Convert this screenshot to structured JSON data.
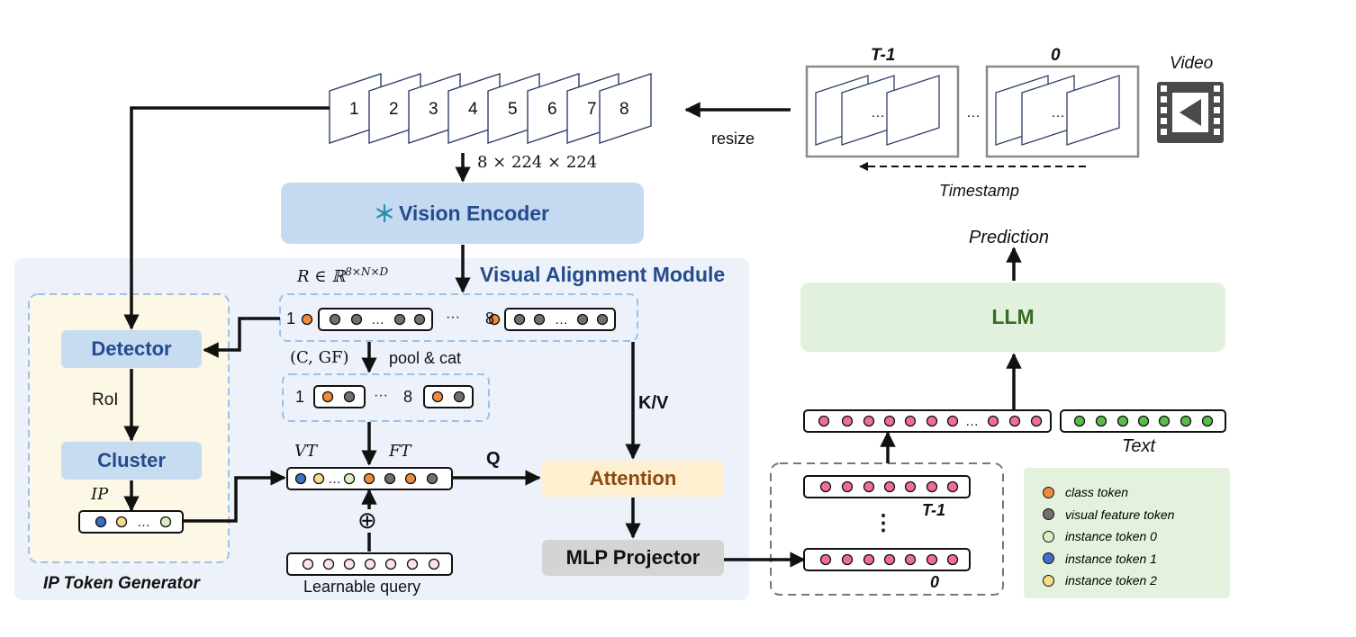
{
  "frames": {
    "labels": [
      "1",
      "2",
      "3",
      "4",
      "5",
      "6",
      "7",
      "8"
    ],
    "shape": "8 × 224 × 224"
  },
  "video": {
    "label": "Video",
    "first_group_label": "T-1",
    "last_group_label": "0",
    "ellipsis": "…",
    "resize_label": "resize",
    "timestamp_label": "Timestamp"
  },
  "vision_encoder": {
    "label": "Vision Encoder",
    "icon": "snowflake-icon"
  },
  "vam": {
    "title": "Visual Alignment Module",
    "r_formula": "R ∈ ℝ8×N×D",
    "r_main": "R ∈ ℝ",
    "r_sup": "8×N×D",
    "row1_first_index": "1",
    "row1_last_index": "8",
    "row1_mid_ellipsis": "···",
    "pool_formula": "(C, GF)",
    "pool_label": "pool & cat",
    "row2_first_index": "1",
    "row2_last_index": "8",
    "row2_mid_ellipsis": "···",
    "vt_label": "VT",
    "ft_label": "FT",
    "q_label": "Q",
    "kv_label": "K/V",
    "plus_symbol": "⊕",
    "learnable_query_label": "Learnable query",
    "attention_label": "Attention",
    "mlp_label": "MLP Projector"
  },
  "ip": {
    "title": "IP Token Generator",
    "detector_label": "Detector",
    "roi_label": "RoI",
    "cluster_label": "Cluster",
    "ip_label": "IP"
  },
  "llm": {
    "label": "LLM",
    "prediction_label": "Prediction",
    "text_label": "Text",
    "t1_label": "T-1",
    "zero_label": "0",
    "vdots": "⋮"
  },
  "legend": {
    "items": [
      {
        "label": "class token",
        "color": "#f08a3c"
      },
      {
        "label": "visual feature token",
        "color": "#707070"
      },
      {
        "label": "instance  token  0",
        "color": "#d6f0c2"
      },
      {
        "label": "instance  token  1",
        "color": "#3d6fc4"
      },
      {
        "label": "instance  token  2",
        "color": "#f7dc8a"
      }
    ]
  },
  "colors": {
    "class_token": "#f08a3c",
    "feature_token": "#707070",
    "pink_token": "#f06ca0",
    "green_token": "#5cbc4a",
    "light_pink_token": "#fbe3ea",
    "vam_bg": "#edf2fa",
    "ip_bg": "#fdf7e6",
    "encoder_bg": "#c5daf1",
    "module_box_bg": "#c8dcf1",
    "attention_bg": "#fdf0d0",
    "llm_bg": "#e2f1dc",
    "mlp_bg": "#d4d4d4",
    "legend_bg": "#e4f2dd",
    "blue_text": "#234b8e",
    "brown_text": "#8a4a12",
    "green_text": "#3a6b26"
  }
}
